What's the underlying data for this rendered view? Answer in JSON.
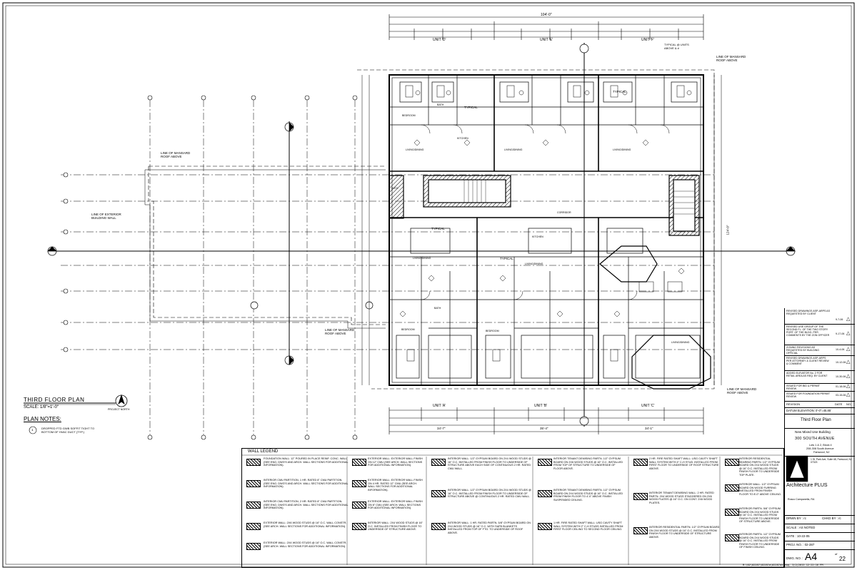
{
  "sheet": {
    "title": "THIRD FLOOR PLAN",
    "scale": "SCALE: 1/8\"=1'-0\"",
    "north_label": "PROJECT NORTH",
    "plan_notes_title": "PLAN NOTES:",
    "plan_notes": [
      {
        "num": "1",
        "text": "DROPPED FTD GWB SOFFIT TIGHT TO BOTTOM OF HVAC DUCT (TYP.)"
      }
    ],
    "footer_path": "M:\\02\\02287\\02287a\\02287a4.dwg, 3/2/2015 12:22:16 PM"
  },
  "plan": {
    "overall_dim": "104'-0\"",
    "units_top": [
      "UNIT 'D'",
      "UNIT 'E'",
      "UNIT 'F'"
    ],
    "units_bottom": [
      "UNIT 'A'",
      "UNIT 'B'",
      "UNIT 'C'"
    ],
    "typical_note": "TYPICAL @ UNITS ABOVE & #",
    "annotations": [
      {
        "text": "LINE OF MANSARD ROOF ABOVE",
        "pos": "upper-left"
      },
      {
        "text": "LINE OF MANSARD ROOF ABOVE",
        "pos": "upper-right"
      },
      {
        "text": "LINE OF EXTERIOR BUILDING WALL",
        "pos": "left"
      },
      {
        "text": "LINE OF MANSARD ROOF ABOVE",
        "pos": "lower-left"
      },
      {
        "text": "LINE OF MANSARD ROOF ABOVE",
        "pos": "lower-right"
      }
    ],
    "room_labels": [
      "BEDROOM",
      "BATH",
      "KITCHEN",
      "LIVING/DINING",
      "TYPICAL",
      "CORRIDOR",
      "ELEV."
    ],
    "bottom_dims": [
      "34'-7\"",
      "35'-4\"",
      "34'-1\""
    ],
    "side_dim": "124'-0\""
  },
  "title_block": {
    "revision_header": "REVISION",
    "date_header": "DATE",
    "no_header": "NO.",
    "revisions": [
      {
        "text": "REVISED DRAWINGS ASP-ARPS AS REQUESTED BY CLIENT",
        "date": "9-7-06",
        "no": "1"
      },
      {
        "text": "REVISED USE GROUP OF THE SECOND FL. OF THE TWO STORY PORT. OF THE BLDG. PER COMMENTS BY THE ZON OFFICER",
        "date": "9-17-06",
        "no": "2"
      },
      {
        "text": "ZONING REVISIONS AS REQUESTED BY BUILDING OFFICIAL",
        "date": "10-4-06",
        "no": "3"
      },
      {
        "text": "REVISED DRAWINGS ASP-ARPS PER ATTORNEY & CLIENT REVIEW & COMMENT",
        "date": "10-12-06",
        "no": "4"
      },
      {
        "text": "ADDED ELEVATOR No. 2 FOR RETAIL AREA AS REQ. BY CLIENT",
        "date": "10-30-06",
        "no": "5"
      },
      {
        "text": "ISSUED FOR BID & PERMIT REVIEW",
        "date": "01-18-06",
        "no": "6"
      },
      {
        "text": "ISSUED FOR FOUNDATION PERMIT REVIEW",
        "date": "03-15-06",
        "no": "7"
      }
    ],
    "datum": "DATUM ELEVATION: 0'-0\"=45.85'",
    "drawing_title": "Third Floor Plan",
    "project_type": "New Mixed Use Building",
    "project_address": "300 SOUTH AVENUE",
    "project_lots": "Lots 1 & 2, Block 4",
    "project_street": "208-308 South Avenue",
    "project_town": "Fanwood, NJ",
    "firm_name": "Architecture PLUS",
    "firm_address": "1 St. Park Ave, Suite #8, Fanwood, NJ 07023",
    "architect": "Rosco Campanella, RA",
    "drawn_by": "DRWN BY : rc",
    "checked_by": "CHKD BY : rc",
    "scale": "SCALE : AS NOTED",
    "date": "DATE : 10-22-05",
    "proj_no": "PROJ. NO. : 02-287",
    "dwg_no_label": "DWG. NO. :",
    "dwg_no": "A4",
    "sheet_of": "of",
    "sheet_total": "22"
  },
  "legend": {
    "title": "WALL LEGEND",
    "items": [
      "FOUNDATION WALL: 12\" POURED IN PLACE REINF. CONC. WALL (SEE ENG. DWG'S AND ARCH. WALL SECTIONS FOR ADDITIONAL INFORMATION).",
      "INTERIOR CMU PARTITION, 1 HR. RATED 8\" CMU PARTITION. (SEE ENG. DWG'S AND ARCH. WALL SECTIONS FOR ADDITIONAL INFORMATION).",
      "INTERIOR CMU PARTITION, 2 HR. RATED 8\" CMU PARTITION. (SEE ENG. DWG'S AND ARCH. WALL SECTIONS FOR ADDITIONAL INFORMATION).",
      "EXTERIOR WALL: 2X6 WOOD STUDS @ 16\" O.C. WALL CONSTR. (SEE ARCH. WALL SECTIONS FOR ADDITIONAL INFORMATION).",
      "EXTERIOR WALL: 2X4 WOOD STUDS @ 16\" O.C. WALL CONSTR. (SEE ARCH. WALL SECTIONS FOR ADDITIONAL INFORMATION).",
      "EXTERIOR WALL: EXTERIOR WALL FINISH ON 12\" CMU (SEE ARCH. WALL SECTIONS FOR ADDITIONAL INFORMATION).",
      "EXTERIOR WALL: EXTERIOR WALL FINISH ON 4 HR. RATED 12\" CMU (SEE ARCH. WALL SECTIONS FOR ADDITIONAL INFORMATION).",
      "EXTERIOR WALL: EXTERIOR WALL FINISH ON 8\" CMU (SEE ARCH. WALL SECTIONS FOR ADDITIONAL INFORMATION).",
      "INTERIOR WALL: 2X4 WOOD STUDS @ 16\" O.C. INSTALLED FROM FINISH FLOOR TO UNDERSIDE OF STRUCTURE ABOVE.",
      "INTERIOR WALL: 1/2\" GYPSUM BOARD ON 2X4 WOOD STUDS @ 16\" O.C. INSTALLED FROM FINISH FLOOR TO UNDERSIDE OF STRUCTURE ABOVE EACH SIDE OF CONTINUOUS 2 HR. RATED CMU WALL.",
      "INTERIOR WALL: 1/2\" GYPSUM BOARD ON 2X4 WOOD STUDS @ 16\" O.C. INSTALLED FROM FINISH FLOOR TO UNDERSIDE OF STRUCTURE ABOVE @ CONTINUOUS 2 HR. RATED CMU WALL.",
      "INTERIOR WALL: 1 HR. RATED PARTN. 5/8\" GYPSUM BOARD ON 2X4 WOOD STUDS @ 16\" O.C. WITH SAFB BLANKETS INSTALLED FROM TOP OF FTG. TO UNDERSIDE OF ROOF ABOVE.",
      "INTERIOR TENANT DEMISING PARTN. 1/2\" GYPSUM BOARD ON 2X6 WOOD STUDS @ 16\" O.C. INSTALLED FROM TOP OF STRUCTURE TO UNDERSIDE OF FLOOR ABOVE.",
      "INTERIOR TENANT DEMISING PARTN. 1/2\" GYPSUM BOARD ON 2X4 WOOD STUDS @ 16\" O.C. INSTALLED FROM FINISH FLOOR TO 4'-0\" ABOVE FINISH SUSPENDED CEILING.",
      "1 HR. FIRE RATED SHAFT WALL: USG CAVITY SHAFT WALL SYSTEM WITH 2\" C-H STUDS INSTALLED FROM FIRST FLOOR CEILING TO SECOND FLOOR CEILING.",
      "2 HR. FIRE RATED SHAFT WALL: USG CAVITY SHAFT WALL SYSTEM WITH 4\" C-H STUD. INSTALLED FROM FIRST FLOOR TO UNDERSIDE OF ROOF STRUCTURE ABOVE.",
      "INTERIOR TENANT DEMISING WALL: 2 HR. RATED PARTN. 2X4 WOOD STUDS STAGGERED ON 2X6 WOOD PLATES @ 16\" O.C. ON CONT. 2X6 WOOD PLATES.",
      "INTERIOR RESIDENTIAL PARTN. 1/2\" GYPSUM BOARD ON 2X4 WOOD STUDS @ 16\" O.C. INSTALLED FROM FINISH FLOOR TO UNDERSIDE OF STRUCTURE ABOVE.",
      "INTERIOR RESIDENTIAL BEARING PARTN. 1/2\" GYPSUM BOARD ON 2X4 WOOD STUDS @ 16\" O.C. INSTALLED FROM FINISH FLOOR TO UNDERSIDE TOP PLATE.",
      "INTERIOR WALL: 1/2\" GYPSUM BOARD ON WOOD FURRING INSTALLED FROM FINISH FLOOR TO 8'-0\" ABOVE CEILING.",
      "INTERIOR PARTN. 5/8\" GYPSUM BOARD ON 2X4 WOOD STUDS @ 16\" O.C. INSTALLED FROM FINISH FLOOR TO UNDERSIDE OF STRUCTURE ABOVE.",
      "INTERIOR PARTN. 1/2\" GYPSUM BOARD ON 2X4 WOOD STUDS @ 16\" O.C. INSTALLED FROM FINISH FLOOR TO UNDERSIDE OF FINISH CEILING."
    ]
  },
  "colors": {
    "ink": "#000000",
    "paper": "#ffffff",
    "hatch": "#555555"
  }
}
